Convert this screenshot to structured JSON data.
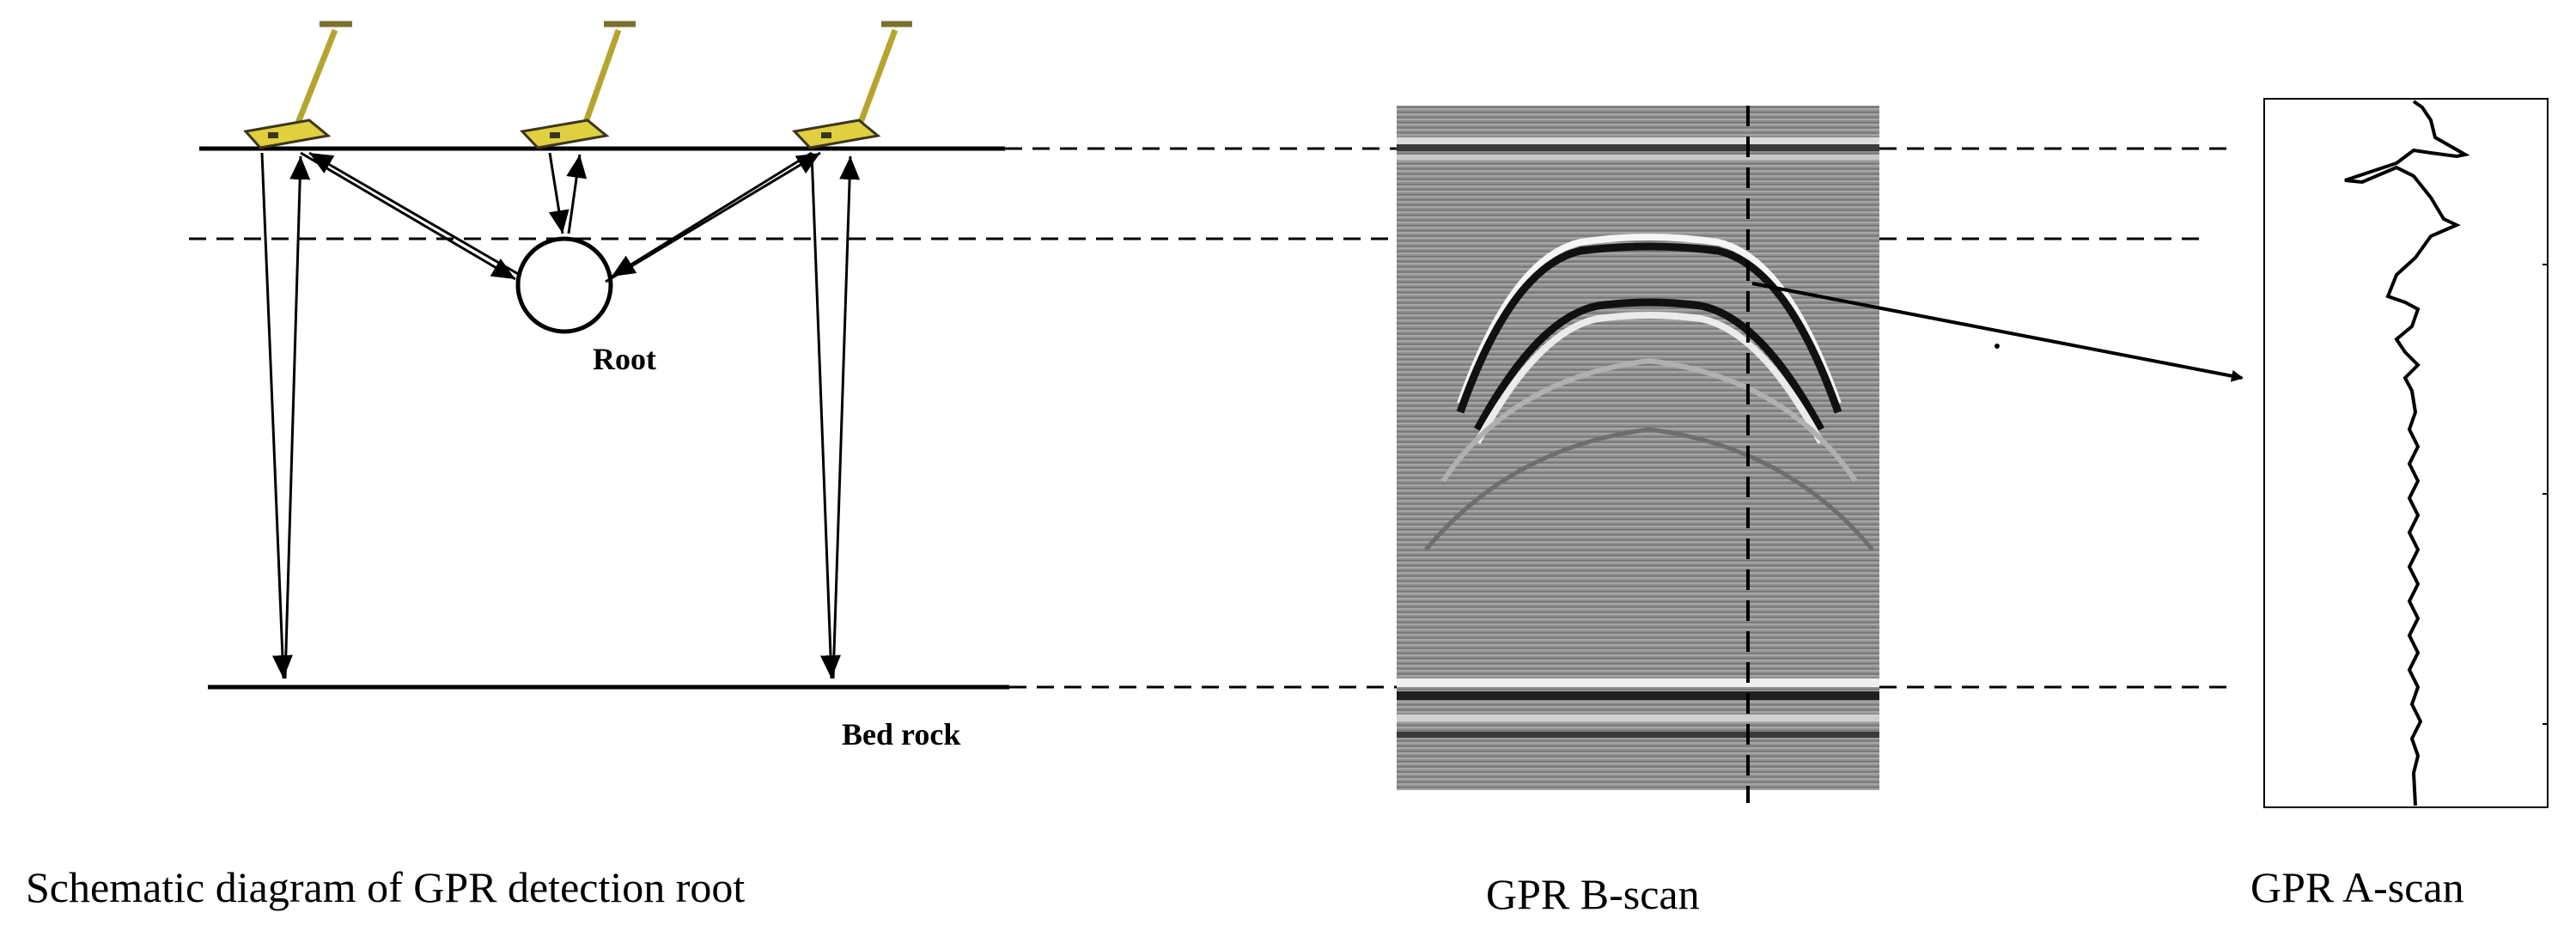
{
  "schematic": {
    "root_label": "Root",
    "bedrock_label": "Bed rock",
    "antenna_icon": "gpr-antenna-icon"
  },
  "captions": {
    "schematic": "Schematic diagram of GPR detection root",
    "bscan": "GPR B-scan",
    "ascan": "GPR A-scan"
  },
  "colors": {
    "line": "#000000",
    "antenna_body": "#e8d64a",
    "antenna_dark": "#3a3520",
    "bscan_bg": "#8c8c8c"
  }
}
